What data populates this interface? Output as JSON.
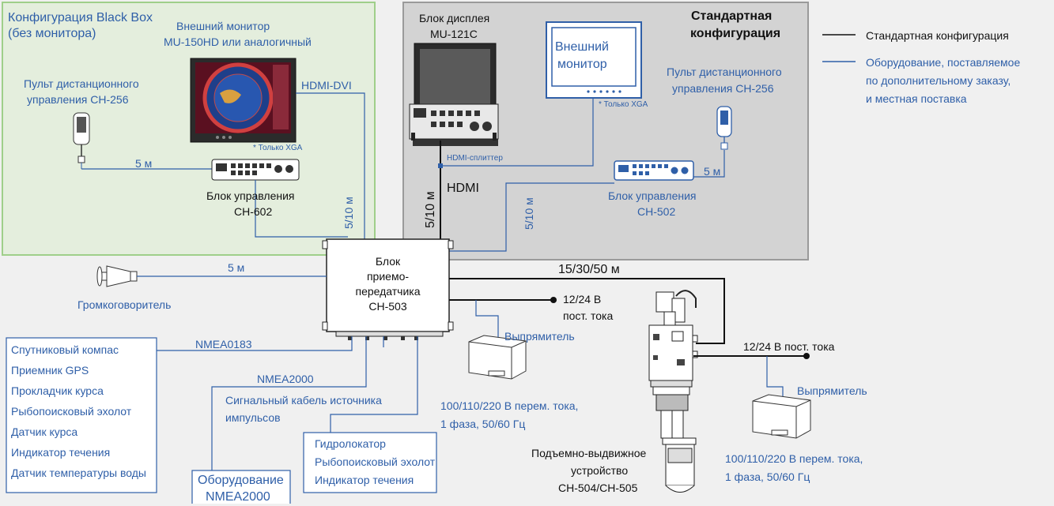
{
  "black_box": {
    "title_line1": "Конфигурация Black Box",
    "title_line2": "(без монитора)",
    "ext_monitor_line1": "Внешний монитор",
    "ext_monitor_line2": "MU-150HD или аналогичный",
    "xga_note": "* Только XGA",
    "remote_line1": "Пульт дистанционного",
    "remote_line2": "управления CH-256",
    "cable_5m": "5 м",
    "hdmi_dvi": "HDMI-DVI",
    "cable_5_10m": "5/10 м",
    "control_unit_line1": "Блок управления",
    "control_unit_line2": "CH-602"
  },
  "standard": {
    "title_line1": "Стандартная",
    "title_line2": "конфигурация",
    "display_line1": "Блок дисплея",
    "display_line2": "MU-121C",
    "ext_monitor_line1": "Внешний",
    "ext_monitor_line2": "монитор",
    "xga_note": "* Только XGA",
    "hdmi_splitter": "HDMI-сплиттер",
    "hdmi": "HDMI",
    "cable_5_10m_black": "5/10 м",
    "cable_5_10m_blue": "5/10 м",
    "remote_line1": "Пульт дистанционного",
    "remote_line2": "управления CH-256",
    "cable_5m": "5 м",
    "control_unit_line1": "Блок управления",
    "control_unit_line2": "CH-502"
  },
  "legend": {
    "standard": "Стандартная конфигурация",
    "optional_line1": "Оборудование, поставляемое",
    "optional_line2": "по дополнительному заказу,",
    "optional_line3": "и местная поставка"
  },
  "transceiver": {
    "line1": "Блок",
    "line2": "приемо-",
    "line3": "передатчика",
    "line4": "CH-503"
  },
  "speaker": {
    "label": "Громкоговоритель",
    "cable": "5 м"
  },
  "sensors": {
    "items": [
      "Спутниковый компас",
      "Приемник GPS",
      "Прокладчик курса",
      "Рыбопоисковый эхолот",
      "Датчик курса",
      "Индикатор течения",
      "Датчик температуры воды"
    ],
    "nmea0183": "NMEA0183",
    "nmea2000": "NMEA2000",
    "nmea2000_box_line1": "Оборудование",
    "nmea2000_box_line2": "NMEA2000"
  },
  "pulse": {
    "line1": "Сигнальный кабель источника",
    "line2": "импульсов"
  },
  "sonar_box": {
    "items": [
      "Гидролокатор",
      "Рыбопоисковый эхолот",
      "Индикатор течения"
    ]
  },
  "power": {
    "dc1_line1": "12/24 В",
    "dc1_line2": "пост. тока",
    "rect1": "Выпрямитель",
    "ac1_line1": "100/110/220 В перем. тока,",
    "ac1_line2": "1 фаза, 50/60 Гц",
    "dc2": "12/24 В пост. тока",
    "rect2": "Выпрямитель",
    "ac2_line1": "100/110/220 В перем. тока,",
    "ac2_line2": "1 фаза, 50/60 Гц"
  },
  "hoist": {
    "cable": "15/30/50 м",
    "line1": "Подъемно-выдвижное",
    "line2": "устройство",
    "line3": "CH-504/CH-505"
  },
  "colors": {
    "green_panel": "#e4eedd",
    "green_border": "#9fcf8a",
    "gray_panel": "#d3d3d3",
    "blue": "#2f5fa8"
  }
}
